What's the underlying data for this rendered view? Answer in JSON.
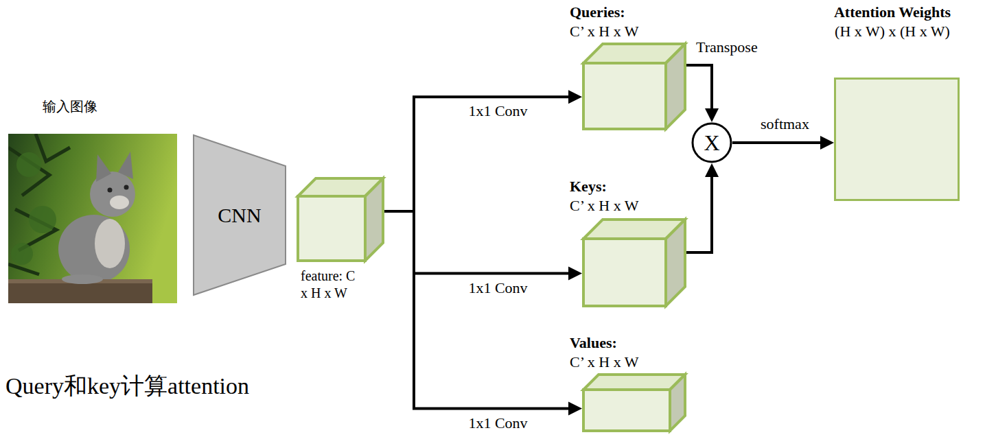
{
  "diagram": {
    "nodes": [
      {
        "text": [
          "输入图像"
        ]
      },
      {
        "text": [
          "CNN"
        ]
      },
      {
        "text": [
          "feature: C x H x W"
        ]
      },
      {
        "text": [
          "Queries:",
          "C’ x H x W"
        ]
      },
      {
        "text": [
          "Keys:",
          "C’ x H x W"
        ]
      },
      {
        "text": [
          "Values:",
          "C’ x H x W"
        ]
      },
      {
        "text": [
          "X"
        ]
      },
      {
        "text": [
          "Attention Weights",
          "(H x W) x (H x W)"
        ]
      }
    ],
    "edges": [
      {
        "from": 2,
        "to": 3,
        "arrow": "to",
        "label": "1x1 Conv"
      },
      {
        "from": 2,
        "to": 4,
        "arrow": "to",
        "label": "1x1 Conv"
      },
      {
        "from": 2,
        "to": 5,
        "arrow": "to",
        "label": "1x1 Conv"
      },
      {
        "from": 3,
        "to": 6,
        "arrow": "to",
        "label": "Transpose"
      },
      {
        "from": 4,
        "to": 6,
        "arrow": "to"
      },
      {
        "from": 6,
        "to": 7,
        "arrow": "to",
        "label": "softmax"
      }
    ],
    "labels": [
      "Query和key计算attention"
    ]
  }
}
